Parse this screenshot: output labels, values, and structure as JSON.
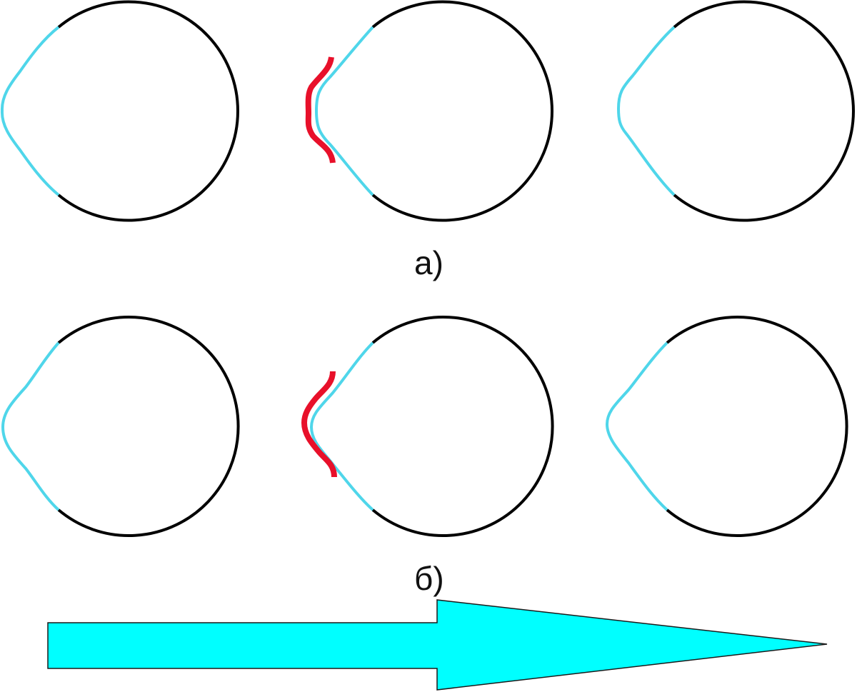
{
  "captions": {
    "row_a": "а)",
    "row_b": "б)"
  },
  "colors": {
    "outline": "#000000",
    "deformed_segment": "#4fd6ea",
    "contact_surface": "#e8102a",
    "arrow_fill": "#00ffff",
    "arrow_stroke": "#1a1a1a"
  },
  "rows": [
    {
      "caption_key": "row_a",
      "circles": [
        {
          "role": "before-contact",
          "has_contact_surface": false
        },
        {
          "role": "during-contact",
          "has_contact_surface": true
        },
        {
          "role": "after-contact",
          "has_contact_surface": false
        }
      ]
    },
    {
      "caption_key": "row_b",
      "circles": [
        {
          "role": "before-contact",
          "has_contact_surface": false
        },
        {
          "role": "during-contact",
          "has_contact_surface": true
        },
        {
          "role": "after-contact",
          "has_contact_surface": false
        }
      ]
    }
  ],
  "arrow": {
    "icon": "right-arrow-icon",
    "direction": "right"
  }
}
